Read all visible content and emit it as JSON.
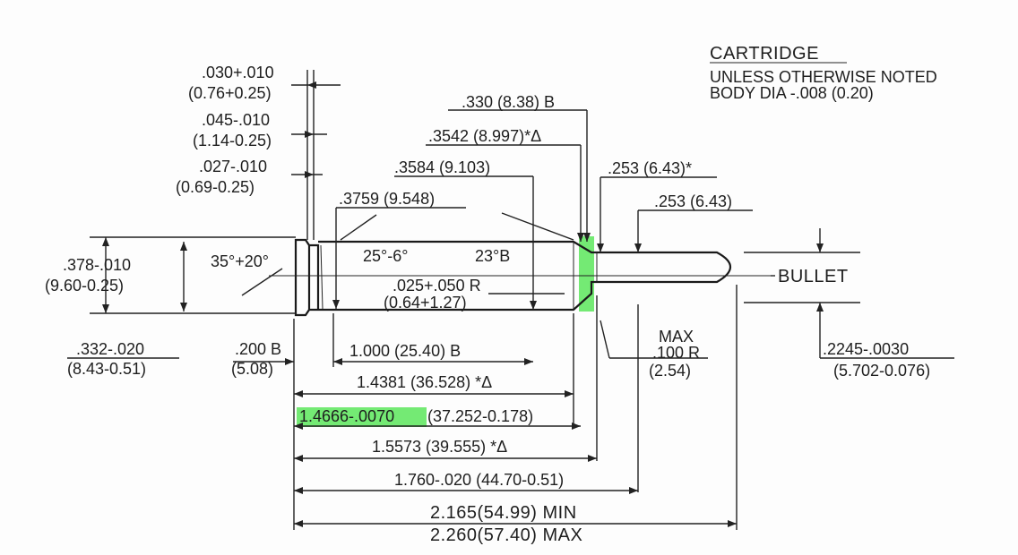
{
  "title": {
    "heading": "CARTRIDGE",
    "line1": "UNLESS OTHERWISE NOTED",
    "line2": "BODY DIA -.008 (0.20)"
  },
  "labels": {
    "bullet": "BULLET",
    "max": "MAX"
  },
  "dimensions": {
    "rim_thickness": {
      "in": ".030+.010",
      "mm": "(0.76+0.25)"
    },
    "extractor_groove": {
      "in": ".045-.010",
      "mm": "(1.14-0.25)"
    },
    "groove_width": {
      "in": ".027-.010",
      "mm": "(0.69-0.25)"
    },
    "rim_dia": {
      "in": ".378-.010",
      "mm": "(9.60-0.25)"
    },
    "groove_dia": {
      "in": ".332-.020",
      "mm": "(8.43-0.51)"
    },
    "groove_angle": "35°+20°",
    "base_to_b": {
      "in": ".200 B",
      "mm": "(5.08)"
    },
    "body_dia": ".3759 (9.548)",
    "shoulder_dia": ".3584 (9.103)",
    "neck_base_dia": ".3542 (8.997)*Δ",
    "neck_dia": ".330 (8.38) B",
    "body_angle": "25°-6°",
    "shoulder_angle": "23°B",
    "radius": {
      "in": ".025+.050 R",
      "mm": "(0.64+1.27)"
    },
    "neck_outer": ".253 (6.43)*",
    "neck_inner": ".253 (6.43)",
    "bullet_dia": {
      "in": ".2245-.0030",
      "mm": "(5.702-0.076)"
    },
    "bullet_radius": {
      "in": ".100 R",
      "mm": "(2.54)"
    },
    "len_body": "1.000 (25.40)  B",
    "len_shoulder": "1.4381 (36.528) *Δ",
    "len_datum_in": "1.4666-.0070",
    "len_datum_mm": "(37.252-0.178)",
    "len_neck": "1.5573 (39.555) *Δ",
    "len_case": "1.760-.020 (44.70-0.51)",
    "oal_min": "2.165(54.99) MIN",
    "oal_max": "2.260(57.40) MAX"
  },
  "highlight_color": "#5ce65c"
}
